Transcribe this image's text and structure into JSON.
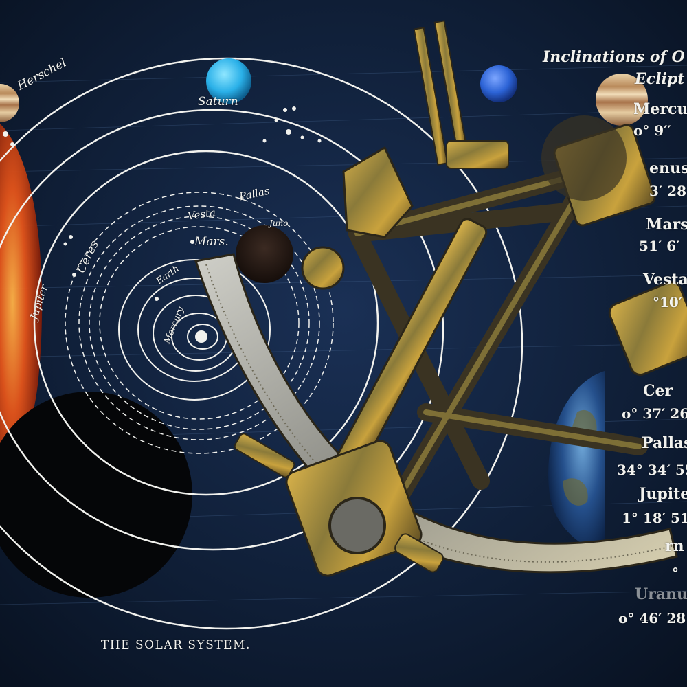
{
  "diagram": {
    "labels": {
      "herschel": "Herschel",
      "saturn": "Saturn",
      "pallas": "Pallas",
      "vesta": "Vesta",
      "juno": "Juno",
      "mars": "Mars.",
      "ceres": "Ceres",
      "earth": "Earth",
      "mercury": "Mercury",
      "jupiter": "Jupiter"
    },
    "caption": "THE SOLAR SYSTEM."
  },
  "inclinations": {
    "title_line1": "Inclinations of O",
    "title_line2": "Eclipt",
    "rows": [
      {
        "name": "Mercu",
        "value": "o° 9′′"
      },
      {
        "name": "enus",
        "value": "3′ 28"
      },
      {
        "name": "Mars",
        "value": "51′ 6′"
      },
      {
        "name": "Vesta",
        "value": "°10′"
      },
      {
        "name": "Cer",
        "value": "o° 37′ 26"
      },
      {
        "name": "Pallas",
        "value": "34° 34′ 55"
      },
      {
        "name": "Jupite",
        "value": "1° 18′ 51"
      },
      {
        "name": "rn",
        "value": "°"
      },
      {
        "name": "Uranu",
        "value": "o° 46′ 28"
      }
    ]
  },
  "colors": {
    "space": "#0d1a2e",
    "chalk": "#f2f2ee",
    "brass": "#b8932f",
    "sun": "#e4541a",
    "uranus_blue": "#2ab0e8",
    "neptune_blue": "#2c63d6"
  }
}
